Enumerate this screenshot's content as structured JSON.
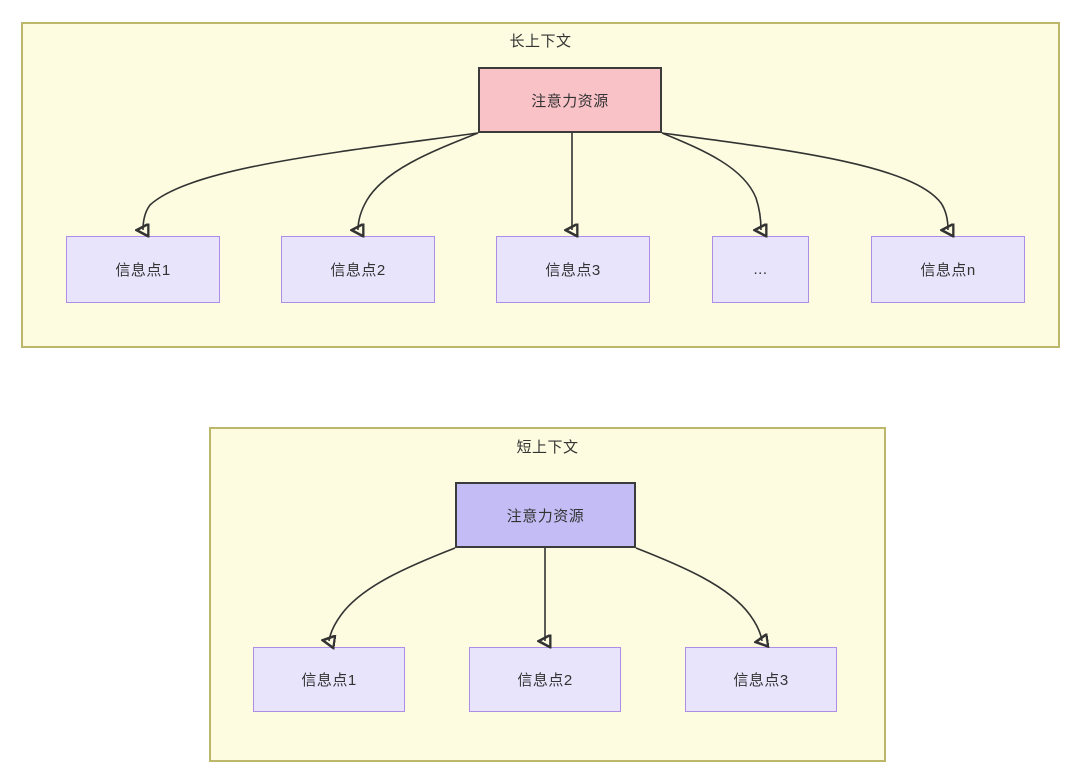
{
  "diagram": {
    "type": "flow-diagram",
    "background": "#ffffff",
    "panels": [
      {
        "id": "long-context",
        "title": "长上下文",
        "fill": "#FDFCE0",
        "border": "#BDB76B",
        "root": {
          "label": "注意力资源",
          "fill": "#F9C2C7",
          "border": "#3b3b3b"
        },
        "children": [
          {
            "label": "信息点1",
            "fill": "#E8E4FC",
            "border": "#AE8DE6"
          },
          {
            "label": "信息点2",
            "fill": "#E8E4FC",
            "border": "#AE8DE6"
          },
          {
            "label": "信息点3",
            "fill": "#E8E4FC",
            "border": "#AE8DE6"
          },
          {
            "label": "...",
            "fill": "#E8E4FC",
            "border": "#AE8DE6"
          },
          {
            "label": "信息点n",
            "fill": "#E8E4FC",
            "border": "#AE8DE6"
          }
        ]
      },
      {
        "id": "short-context",
        "title": "短上下文",
        "fill": "#FDFCE0",
        "border": "#BDB76B",
        "root": {
          "label": "注意力资源",
          "fill": "#C4BDF5",
          "border": "#3b3b3b"
        },
        "children": [
          {
            "label": "信息点1",
            "fill": "#E8E4FC",
            "border": "#AE8DE6"
          },
          {
            "label": "信息点2",
            "fill": "#E8E4FC",
            "border": "#AE8DE6"
          },
          {
            "label": "信息点3",
            "fill": "#E8E4FC",
            "border": "#AE8DE6"
          }
        ]
      }
    ],
    "edge_color": "#333333",
    "arrowhead": "filled-triangle"
  }
}
